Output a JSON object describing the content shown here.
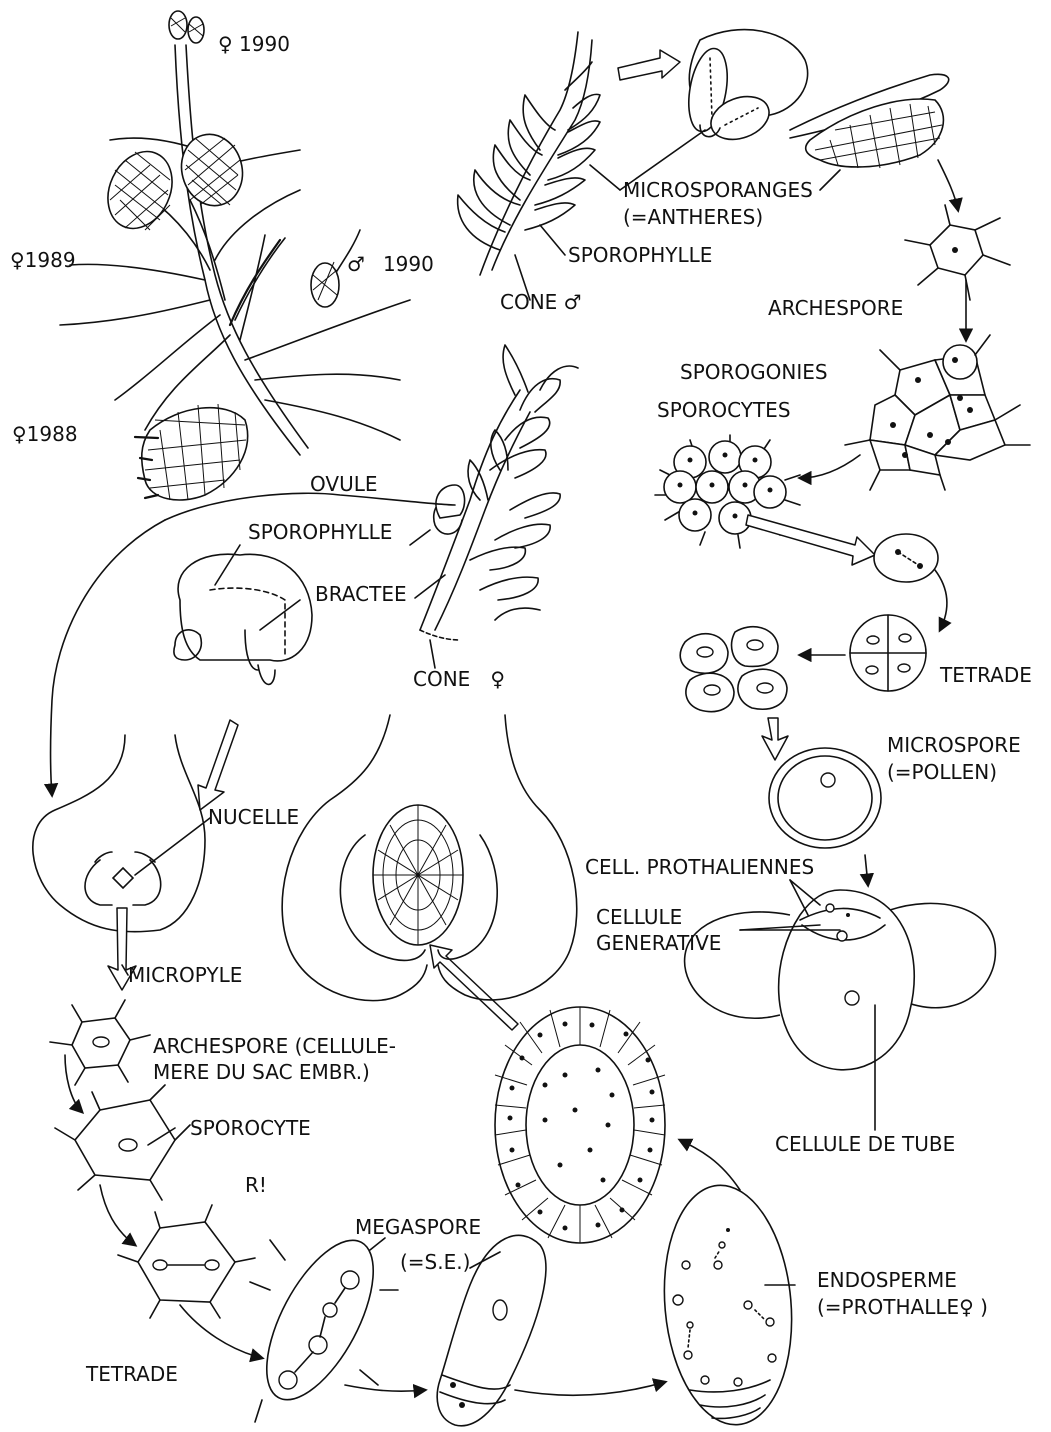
{
  "labels": {
    "year_1990_female": "1990",
    "year_1989": "1989",
    "year_1990_male": "1990",
    "year_1988": "1988",
    "microsporanges": "MICROSPORANGES",
    "antheres": "(=ANTHERES)",
    "sporophylle_male": "SPOROPHYLLE",
    "cone_male": "CONE",
    "archespore_male": "ARCHESPORE",
    "sporogonies": "SPOROGONIES",
    "sporocytes": "SPOROCYTES",
    "ovule": "OVULE",
    "sporophylle_female": "SPOROPHYLLE",
    "bractee": "BRACTEE",
    "cone_female": "CONE",
    "tetrade_right": "TETRADE",
    "microspore": "MICROSPORE",
    "pollen": "(=POLLEN)",
    "nucelle": "NUCELLE",
    "cell_prothaliennes": "CELL. PROTHALIENNES",
    "cellule": "CELLULE",
    "generative": "GENERATIVE",
    "micropyle": "MICROPYLE",
    "archespore_female_1": "ARCHESPORE (CELLULE-",
    "archespore_female_2": "MERE DU SAC EMBR.)",
    "sporocyte": "SPOROCYTE",
    "cellule_de_tube": "CELLULE DE TUBE",
    "r_mark": "R!",
    "megaspore": "MEGASPORE",
    "se": "(=S.E.)",
    "endosperme": "ENDOSPERME",
    "prothalle": "(=PROTHALLE",
    "prothalle_close": ")",
    "tetrade_left": "TETRADE"
  },
  "symbols": {
    "female": "♀",
    "male": "♂"
  }
}
